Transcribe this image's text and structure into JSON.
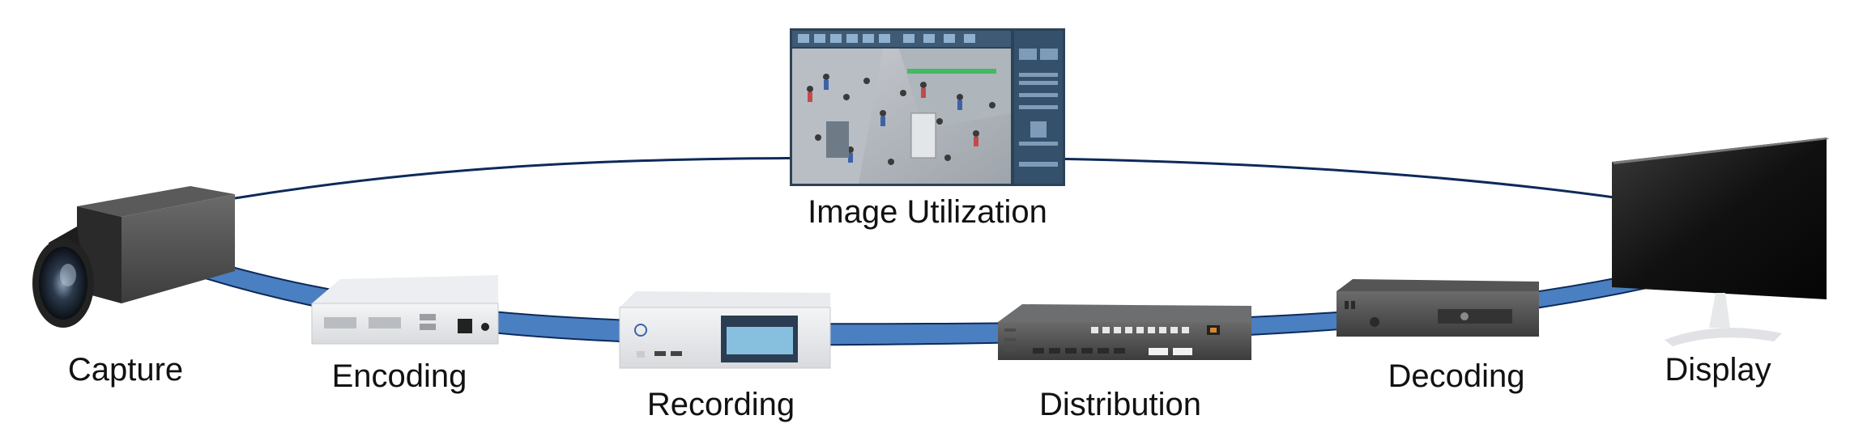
{
  "diagram": {
    "ring_color": "#4a7fc1",
    "ring_outline_color": "#0d2a5a",
    "top_node": {
      "label": "Image Utilization",
      "icon": "monitoring-software-screen"
    },
    "nodes": [
      {
        "label": "Capture",
        "icon": "camera-icon"
      },
      {
        "label": "Encoding",
        "icon": "encoder-box-icon"
      },
      {
        "label": "Recording",
        "icon": "recorder-box-icon"
      },
      {
        "label": "Distribution",
        "icon": "network-switch-icon"
      },
      {
        "label": "Decoding",
        "icon": "decoder-box-icon"
      },
      {
        "label": "Display",
        "icon": "monitor-icon"
      }
    ]
  }
}
